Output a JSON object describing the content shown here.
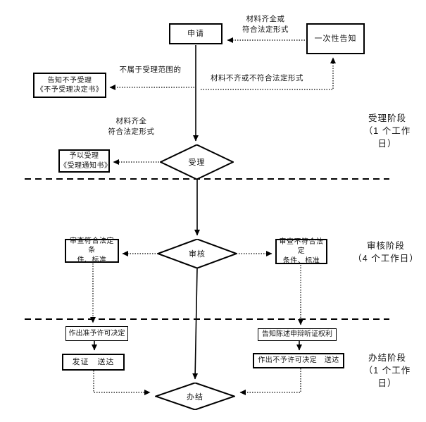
{
  "diagram": {
    "nodes": {
      "apply": "申请",
      "one_time_notice": "一次性告知",
      "reject_notice": "告知不予受理\n《不予受理决定书》",
      "accept_notice": "予以受理\n《受理通知书》",
      "accept": "受理",
      "review": "审核",
      "review_pass": "审查符合法定条\n件、标准",
      "review_fail": "审查不符合法定\n条件、标准",
      "grant_decision": "作出准予许可决定",
      "issue_deliver": "发证　送达",
      "hearing_rights": "告知陈述申辩听证权利",
      "deny_decision": "作出不予许可决定　送达",
      "close": "办结"
    },
    "edge_labels": {
      "materials_complete_or_legal": "材料齐全或\n符合法定形式",
      "not_in_scope": "不属于受理范围的",
      "materials_incomplete": "材料不齐或不符合法定形式",
      "materials_complete_legal": "材料齐全\n符合法定形式"
    },
    "stages": {
      "accept_stage": "受理阶段\n（1 个工作\n日）",
      "review_stage": "审核阶段\n（4 个工作日）",
      "close_stage": "办结阶段\n（1 个工作\n日）"
    },
    "colors": {
      "line": "#000000",
      "text": "#141414",
      "background": "#ffffff"
    }
  }
}
